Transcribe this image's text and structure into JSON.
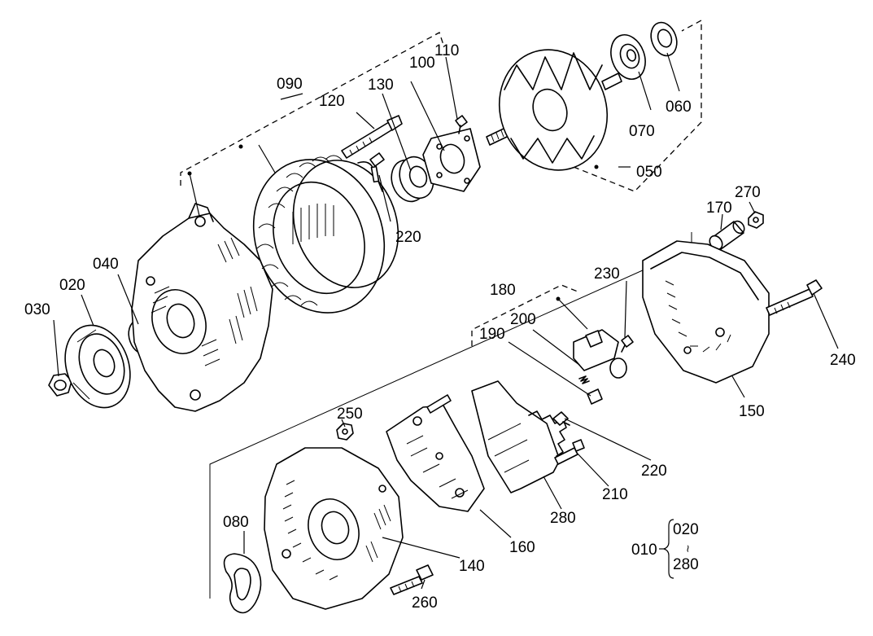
{
  "callouts": {
    "p010": "010",
    "p020": "020",
    "p030": "030",
    "p040": "040",
    "p050": "050",
    "p060": "060",
    "p070": "070",
    "p080": "080",
    "p090": "090",
    "p100": "100",
    "p110": "110",
    "p120": "120",
    "p130": "130",
    "p140": "140",
    "p150": "150",
    "p160": "160",
    "p170": "170",
    "p180": "180",
    "p190": "190",
    "p200": "200",
    "p210": "210",
    "p220a": "220",
    "p220b": "220",
    "p230": "230",
    "p240": "240",
    "p250": "250",
    "p260": "260",
    "p270": "270",
    "p280": "280"
  },
  "range_legend": {
    "from": "020",
    "tilde": "~",
    "to": "280"
  }
}
